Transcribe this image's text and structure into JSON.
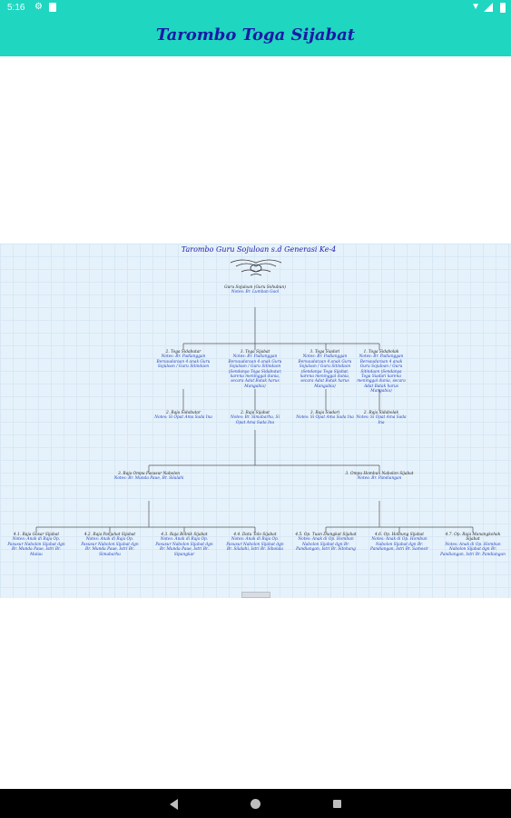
{
  "status_bar": {
    "time": "5:16"
  },
  "app": {
    "title": "Tarombo Toga Sijabat"
  },
  "tree": {
    "title": "Tarombo Guru Sojuloan s.d Generasi Ke-4",
    "root": {
      "name": "Guru Sojuloan (Guru Sohubun)",
      "note": "Notes: Br. Lumban Gaol"
    },
    "gen1": [
      {
        "name": "2. Toga Sidabutar",
        "note": "Notes: Br. Padianggan Bersaudaraan 4 anak Guru Sojuloan / Guru Sitindaon"
      },
      {
        "name": "3. Toga Sijabat",
        "note": "Notes: Br. Padianggan Bersaudaraan 4 anak Guru Sojuloan / Guru Sitindaon (Sendanya Toga Sidabutar, karena meninggal dunia, secara Adat Batak harus Mangabia)"
      },
      {
        "name": "3. Toga Siadari",
        "note": "Notes: Br. Padianggan Bersaudaraan 4 anak Guru Sojuloan / Guru Sitindaon (Sendanya Toga Sijabat, karena meninggal dunia, secara Adat Batak harus Mangabia)"
      },
      {
        "name": "1. Toga Sidabolak",
        "note": "Notes: Br. Padianggan Bersaudaraan 4 anak Guru Sojuloan / Guru Sitindaon (Sendanya Toga Siadari karena meninggal dunia, secara Adat Batak harus Mangabia)"
      }
    ],
    "gen1b": [
      {
        "name": "2. Raja Sidabutar",
        "note": "Notes: Si Opat Ama Sada Ina"
      },
      {
        "name": "2. Raja Sijabat",
        "note": "Notes: Br. Simabarhu, Si Opat Ama Sada Ina"
      },
      {
        "name": "3. Raja Siadari",
        "note": "Notes: Si Opat Ama Sada Ina"
      },
      {
        "name": "2. Raja Sidabolak",
        "note": "Notes: Si Opat Ama Sada Ina"
      }
    ],
    "gen2": [
      {
        "name": "3. Raja Ompu Pasusur Nabolon",
        "note": "Notes: Br. Munda Paue, Br. Silalahi"
      },
      {
        "name": "3. Ompu Hombun Nabolon Sijabat",
        "note": "Notes: Br. Pandiangan"
      }
    ],
    "gen3": [
      {
        "name": "4.1. Raja Gosar Sijabat",
        "note": "Notes: Anak di Raja Op. Pasusur Nabolon Sijabat dgn Br. Munda Paue, Istri Br. Malau"
      },
      {
        "name": "4.2. Raja Panjahat Sijabat",
        "note": "Notes: Anak di Raja Op. Pasusur Nabolon Sijabat dgn Br. Munda Paue, Istri Br. Simabarhu"
      },
      {
        "name": "4.3. Raja Bolnik Sijabat",
        "note": "Notes: Anak di Raja Op. Pasusur Nabolon Sijabat dgn Br. Munda Paue, Istri Br. Sipangkar"
      },
      {
        "name": "4.4. Datu Tolo Sijabat",
        "note": "Notes: Anak di Raja Op. Pasusur Nabolon Sijabat dgn Br. Silalahi, Istri Br. Sibolala"
      },
      {
        "name": "4.5. Op. Tuan Diangkat Sijabat",
        "note": "Notes: Anak di Op. Hombun Nabolon Sijabat dgn Br. Pandiangan, Istri Br. Sitohang"
      },
      {
        "name": "4.6. Op. Holbung Sijabat",
        "note": "Notes: Anak di Op. Hombun Nabolon Sijabat dgn Br. Pandiangan, Istri Br. Samosir"
      },
      {
        "name": "4.7. Op. Raja Manangkohak Sijabat",
        "note": "Notes: Anak di Op. Hombun Nabolon Sijabat dgn Br. Pandiangan, Istri Br. Pandiangan"
      }
    ]
  }
}
